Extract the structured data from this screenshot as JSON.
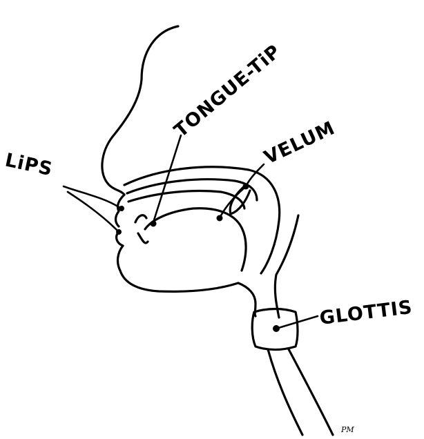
{
  "labels": {
    "lips": "LiPS",
    "tongue_tip": "TONGUE-TiP",
    "velum": "VELUM",
    "glottis": "GLOTTIS"
  },
  "signature": "PM"
}
